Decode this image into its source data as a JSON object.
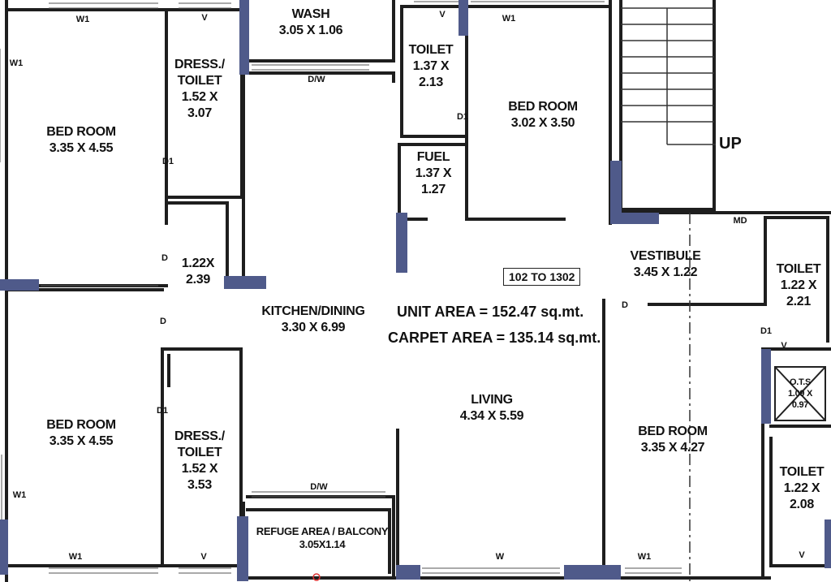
{
  "plan": {
    "unit_range": "102 TO 1302",
    "unit_area": "UNIT AREA = 152.47 sq.mt.",
    "carpet_area": "CARPET AREA  = 135.14 sq.mt.",
    "stair_label": "UP",
    "colors": {
      "wall": "#1e1e1e",
      "column": "#4f5a8a",
      "paper": "#ffffff"
    }
  },
  "rooms": {
    "wash": {
      "name": "WASH",
      "dim": "3.05 X 1.06"
    },
    "dress_toilet_1": {
      "name": "DRESS./",
      "name2": "TOILET",
      "dim": "1.52 X",
      "dim2": "3.07"
    },
    "bed_room_1": {
      "name": "BED ROOM",
      "dim": "3.35 X 4.55"
    },
    "passage": {
      "dim": "1.22X",
      "dim2": "2.39"
    },
    "toilet_1": {
      "name": "TOILET",
      "dim": "1.37 X",
      "dim2": "2.13"
    },
    "bed_room_2": {
      "name": "BED ROOM",
      "dim": "3.02 X 3.50"
    },
    "fuel": {
      "name": "FUEL",
      "dim": "1.37 X",
      "dim2": "1.27"
    },
    "kitchen": {
      "name": "KITCHEN/DINING",
      "dim": "3.30 X 6.99"
    },
    "vestibule": {
      "name": "VESTIBULE",
      "dim": "3.45 X 1.22"
    },
    "toilet_2": {
      "name": "TOILET",
      "dim": "1.22 X",
      "dim2": "2.21"
    },
    "bed_room_3": {
      "name": "BED ROOM",
      "dim": "3.35 X 4.55"
    },
    "dress_toilet_2": {
      "name": "DRESS./",
      "name2": "TOILET",
      "dim": "1.52 X",
      "dim2": "3.53"
    },
    "living": {
      "name": "LIVING",
      "dim": "4.34 X 5.59"
    },
    "bed_room_4": {
      "name": "BED ROOM",
      "dim": "3.35 X 4.27"
    },
    "ots": {
      "name": "O.T.S",
      "dim": "1.09 X",
      "dim2": "0.97"
    },
    "toilet_3": {
      "name": "TOILET",
      "dim": "1.22 X",
      "dim2": "2.08"
    },
    "balcony": {
      "name": "REFUGE AREA / BALCONY",
      "dim": "3.05X1.14"
    }
  },
  "tags": {
    "w1": "W1",
    "v": "V",
    "w": "W",
    "d": "D",
    "d1": "D1",
    "dw": "D/W",
    "md": "MD"
  }
}
